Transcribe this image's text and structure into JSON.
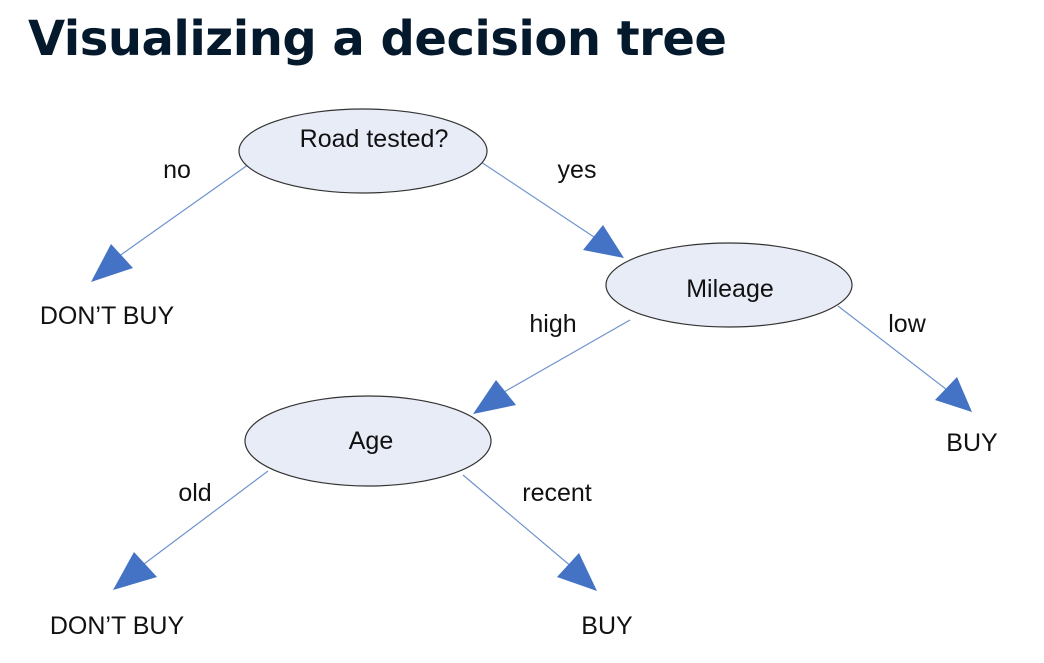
{
  "title": "Visualizing a decision tree",
  "tree": {
    "nodes": {
      "root": "Road tested?",
      "mileage": "Mileage",
      "age": "Age"
    },
    "edges": {
      "no": "no",
      "yes": "yes",
      "high": "high",
      "low": "low",
      "old": "old",
      "recent": "recent"
    },
    "leaves": {
      "root_no": "DON’T BUY",
      "mileage_low": "BUY",
      "age_old": "DON’T BUY",
      "age_recent": "BUY"
    }
  },
  "colors": {
    "node_fill": "#e8ecf6",
    "arrow": "#4472c4",
    "title": "#05192d"
  }
}
